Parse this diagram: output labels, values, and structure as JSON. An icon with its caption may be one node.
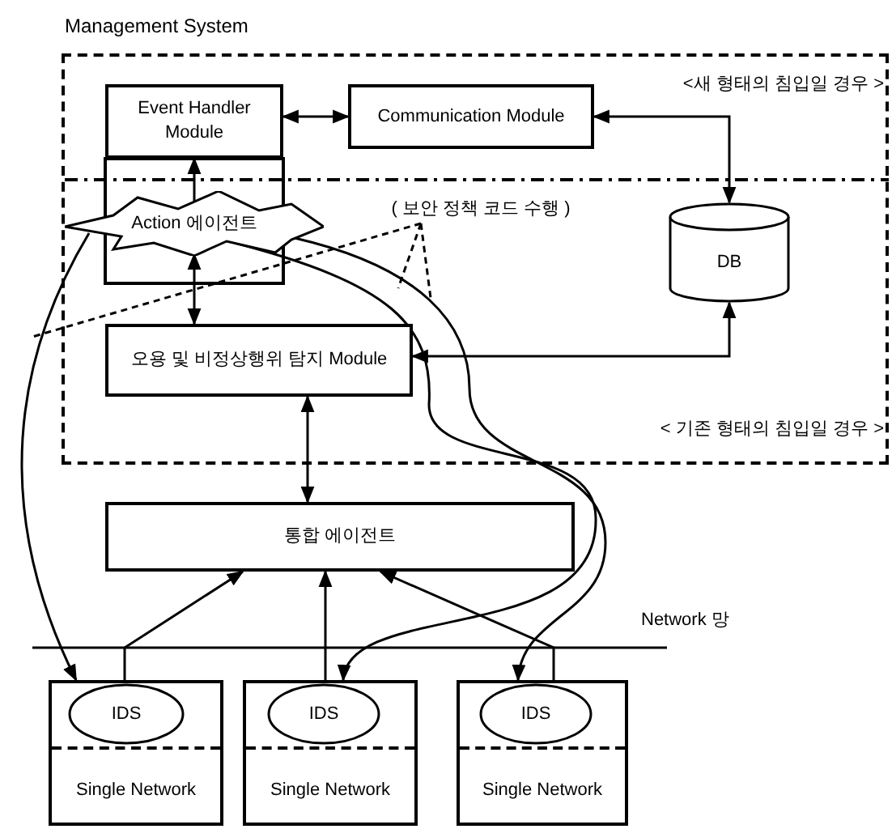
{
  "diagram": {
    "nodes": [
      {
        "text": [
          "Management System"
        ]
      },
      {
        "text": [
          "Event Handler Module"
        ],
        "in": 0
      },
      {
        "text": [
          "Communication Module"
        ],
        "in": 0
      },
      {
        "text": [
          "Action 에이전트"
        ],
        "in": 0
      },
      {
        "text": [
          "DB"
        ],
        "in": 0
      },
      {
        "text": [
          "( 보안 정책 코드 수행 )"
        ],
        "in": 0
      },
      {
        "text": [
          "오용 및 비정상행위 탐지 Module"
        ],
        "in": 0
      },
      {
        "text": [
          "통합 에이전트"
        ]
      },
      {
        "text": [
          "Single Network"
        ]
      },
      {
        "text": [
          "IDS"
        ],
        "in": 8
      },
      {
        "text": [
          "Single Network"
        ]
      },
      {
        "text": [
          "IDS"
        ],
        "in": 10
      },
      {
        "text": [
          "Single Network"
        ]
      },
      {
        "text": [
          "IDS"
        ],
        "in": 12
      }
    ],
    "edges": [
      {
        "from": 1,
        "to": 2,
        "arrow": "both"
      },
      {
        "from": 2,
        "to": 4,
        "arrow": "both"
      },
      {
        "from": 4,
        "to": 6,
        "arrow": "both"
      },
      {
        "from": 3,
        "to": 1,
        "arrow": "to"
      },
      {
        "from": 3,
        "to": 6,
        "arrow": "both"
      },
      {
        "from": 6,
        "to": 7,
        "arrow": "both"
      },
      {
        "from": 3,
        "to": 8,
        "arrow": "to"
      },
      {
        "from": 3,
        "to": 10,
        "arrow": "to"
      },
      {
        "from": 3,
        "to": 12,
        "arrow": "to"
      },
      {
        "from": 8,
        "to": 7,
        "arrow": "to"
      },
      {
        "from": 10,
        "to": 7,
        "arrow": "to"
      },
      {
        "from": 12,
        "to": 7,
        "arrow": "to"
      },
      {
        "from": 5,
        "to": null,
        "arrow": "none",
        "style": "dashed"
      },
      {
        "from": 5,
        "to": null,
        "arrow": "none",
        "style": "dashed"
      },
      {
        "from": 5,
        "to": null,
        "arrow": "none",
        "style": "dashed"
      }
    ],
    "labels": [
      "<새 형태의 침입일 경우 >",
      "< 기존 형태의 침입일 경우 >",
      "Network 망"
    ]
  }
}
